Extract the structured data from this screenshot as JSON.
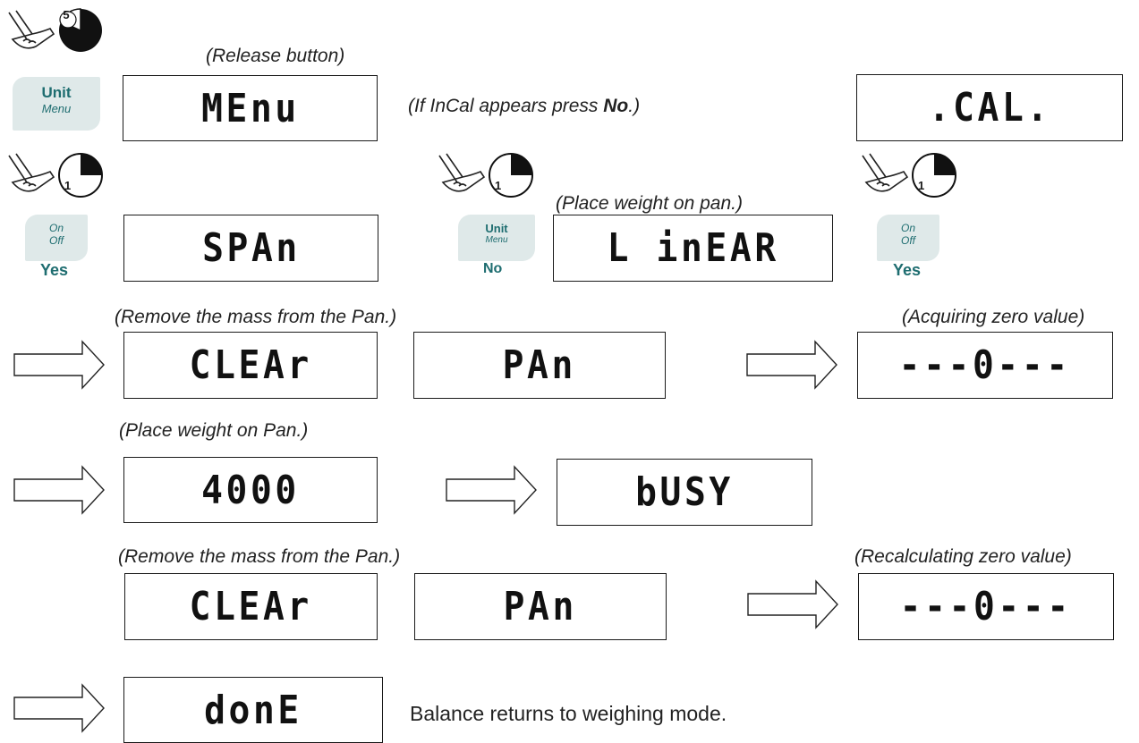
{
  "step1": {
    "hold_seconds": "5",
    "key": {
      "line1": "Unit",
      "line2": "Menu"
    },
    "caption": "(Release button)",
    "display": "MEnu",
    "note_prefix": "(If InCal appears press ",
    "note_bold": "No",
    "note_suffix": ".)",
    "result_display": ".CAL."
  },
  "step2": {
    "left": {
      "hold_seconds": "1",
      "key": {
        "line1": "On",
        "line2": "Off"
      },
      "label": "Yes",
      "display": "SPAn"
    },
    "mid": {
      "hold_seconds": "1",
      "key": {
        "line1": "Unit",
        "line2": "Menu"
      },
      "label": "No",
      "caption": "(Place weight on pan.)",
      "display": "L inEAR"
    },
    "right": {
      "hold_seconds": "1",
      "key": {
        "line1": "On",
        "line2": "Off"
      },
      "label": "Yes"
    }
  },
  "row3": {
    "caption_left": "(Remove the mass from the Pan.)",
    "caption_right": "(Acquiring zero value)",
    "display1": "CLEAr",
    "display2": "PAn",
    "display3": "---0---"
  },
  "row4": {
    "caption": "(Place weight on Pan.)",
    "display1": "4000",
    "display2": "bUSY"
  },
  "row5": {
    "caption_left": "(Remove the mass from the Pan.)",
    "caption_right": "(Recalculating zero value)",
    "display1": "CLEAr",
    "display2": "PAn",
    "display3": "---0---"
  },
  "row6": {
    "display": "donE",
    "text": "Balance returns to weighing mode."
  },
  "colors": {
    "key_bg": "#dfe9e9",
    "key_text": "#1e6d70",
    "line": "#1a1a1a"
  }
}
